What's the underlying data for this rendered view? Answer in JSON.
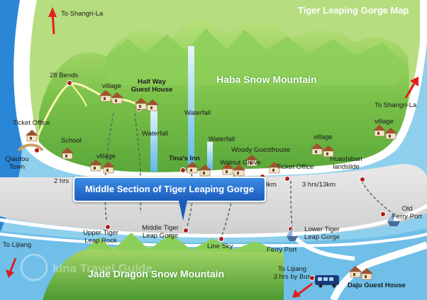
{
  "map": {
    "title": "Tiger Leaping Gorge Map",
    "callout": "Middle Section of Tiger Leaping Gorge",
    "mountains": {
      "haba": "Haba Snow Mountain",
      "jade_dragon": "Jade Dragon Snow Mountain"
    },
    "directions": {
      "shangrila_top": "To Shangri-La",
      "shangrila_right": "To Shangri-La",
      "lijiang_left": "To Lijiang",
      "lijiang_bottom": "To Lijiang\n3 hrs by Bus"
    },
    "places": {
      "bends": "28 Bends",
      "halfway": "Half Way\nGuest House",
      "village_top": "village",
      "ticket_left": "Ticket Office",
      "school": "School",
      "qiaotou": "Qiaotou\nTown",
      "village_mid": "village",
      "waterfall_1": "Waterfall",
      "waterfall_2": "Waterfall",
      "waterfall_3": "Waterfall",
      "tinas": "Tina's Inn",
      "woody": "Woody Guesthouse",
      "walnut": "Walnut Grove",
      "ticket_right": "Ticket Office",
      "village_right": "village",
      "village_far": "village",
      "huashiban": "Huashiban\nlandslide",
      "old_ferry": "Old\nFerry Port",
      "upper_rock": "Upper Tiger\nLeap Rock",
      "middle_gorge": "Middle Tiger\nLeap Gorge",
      "line_sky": "Line Sky",
      "lower_gorge": "Lower Tiger\nLeap Gorge",
      "ferry": "Ferry Port",
      "daju": "Daju Guest House"
    },
    "routes": {
      "left_time": "2 hrs",
      "right_partial": "9km",
      "right_time": "3 hrs/13km"
    },
    "watermark": "kina Travel Guide"
  }
}
